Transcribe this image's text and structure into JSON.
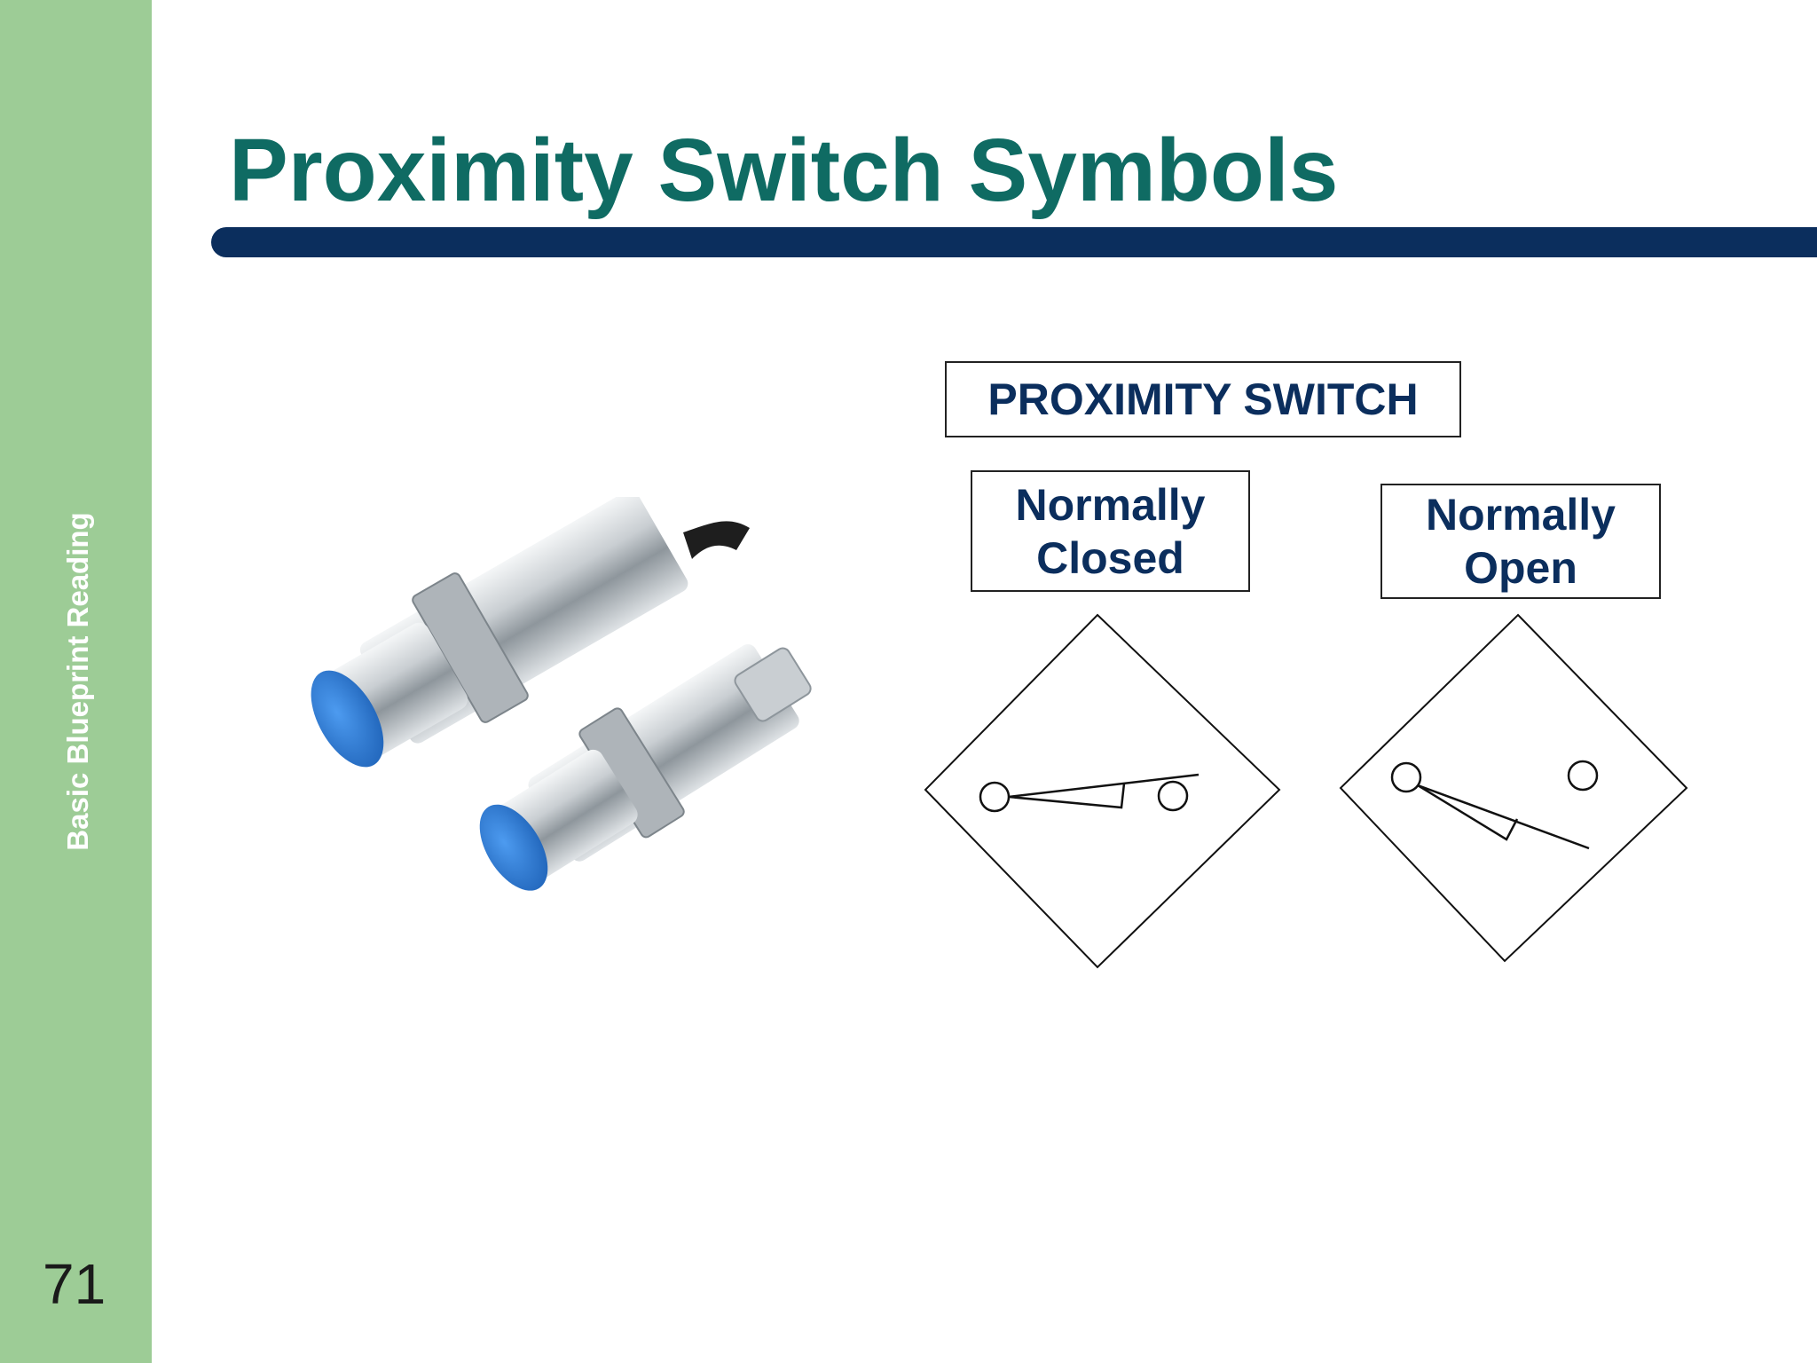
{
  "sidebar": {
    "label": "Basic Blueprint Reading",
    "page_number": "71"
  },
  "slide": {
    "title": "Proximity Switch Symbols"
  },
  "diagram": {
    "heading": "PROXIMITY SWITCH",
    "normally_closed": {
      "line1": "Normally",
      "line2": "Closed"
    },
    "normally_open": {
      "line1": "Normally",
      "line2": "Open"
    }
  },
  "colors": {
    "sidebar": "#9dcc96",
    "title": "#0f6b63",
    "rule": "#0b2e5d",
    "label_text": "#0b2e5d",
    "sensor_cap": "#2f7fd6"
  }
}
